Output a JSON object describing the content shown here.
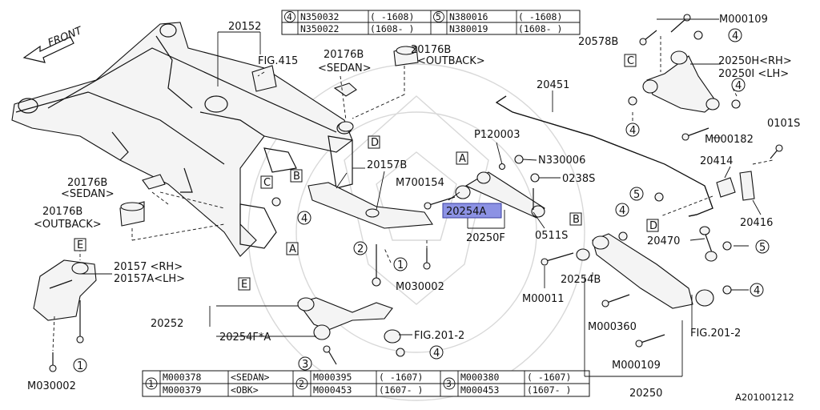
{
  "front_label": "FRONT",
  "figure_id": "A201001212",
  "callout_table_top": {
    "rows": [
      [
        "4",
        "N350032",
        "( -1608)",
        "5",
        "N380016",
        "( -1608)"
      ],
      [
        "",
        "N350022",
        "(1608- )",
        "",
        "N380019",
        "(1608- )"
      ]
    ]
  },
  "callout_table_bottom": {
    "rows": [
      [
        "1",
        "M000378",
        "<SEDAN>",
        "2",
        "M000395",
        "( -1607)",
        "3",
        "M000380",
        "( -1607)"
      ],
      [
        "",
        "M000379",
        "<OBK>",
        "",
        "M000453",
        "(1607- )",
        "",
        "M000453",
        "(1607- )"
      ]
    ]
  },
  "labels": {
    "p20152": "20152",
    "fig415": "FIG.415",
    "p20176b_sedan_top": "20176B",
    "sedan_top": "<SEDAN>",
    "p20176b_outback_top": "20176B",
    "outback_top": "<OUTBACK>",
    "p20176b_sedan_left": "20176B",
    "sedan_left": "<SEDAN>",
    "p20176b_outback_left": "20176B",
    "outback_left": "<OUTBACK>",
    "p20157_rh": "20157 <RH>",
    "p20157a_lh": "20157A<LH>",
    "m030002_left": "M030002",
    "p20157b": "20157B",
    "m700154": "M700154",
    "p20254a": "20254A",
    "p20250f": "20250F",
    "m030002_mid": "M030002",
    "p120003": "P120003",
    "n330006": "N330006",
    "p0238s": "0238S",
    "p0511s": "0511S",
    "p20451": "20451",
    "p20578b": "20578B",
    "m000109_top": "M000109",
    "p20250h": "20250H<RH>",
    "p20250i": "20250I <LH>",
    "m000182": "M000182",
    "p0101s": "0101S",
    "p20414": "20414",
    "p20416": "20416",
    "p20470": "20470",
    "p20254b": "20254B",
    "m00011": "M00011",
    "m000360": "M000360",
    "m000109_bot": "M000109",
    "p20250": "20250",
    "fig201_right": "FIG.201-2",
    "fig201_mid": "FIG.201-2",
    "p20252": "20252",
    "p20254f": "20254F*A"
  },
  "letter_tags": [
    "A",
    "B",
    "C",
    "D",
    "E"
  ],
  "callout_numbers": [
    "1",
    "2",
    "3",
    "4",
    "5"
  ],
  "colors": {
    "highlight": "#8c92e4",
    "ink": "#111111"
  }
}
